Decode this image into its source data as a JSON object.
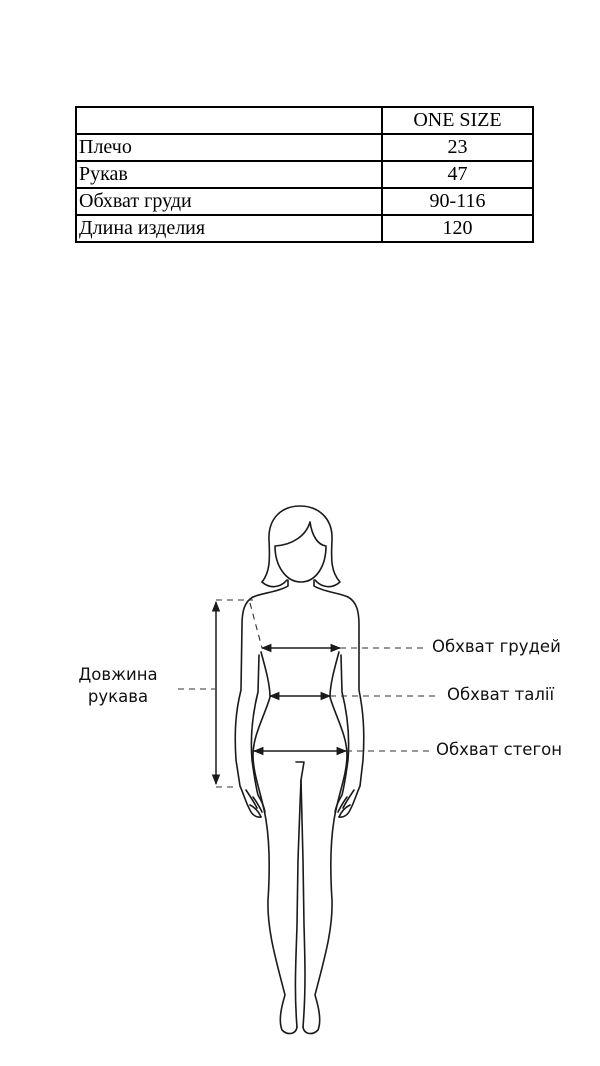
{
  "size_table": {
    "header": {
      "label": "",
      "size": "ONE SIZE"
    },
    "rows": [
      {
        "label": "Плечо",
        "value": "23"
      },
      {
        "label": "Рукав",
        "value": "47"
      },
      {
        "label": "Обхват груди",
        "value": "90-116"
      },
      {
        "label": "Длина изделия",
        "value": "120"
      }
    ]
  },
  "figure": {
    "labels": {
      "sleeve_length_line1": "Довжина",
      "sleeve_length_line2": "рукава",
      "chest": "Обхват грудей",
      "waist": "Обхват талії",
      "hips": "Обхват стегон"
    },
    "colors": {
      "stroke": "#1a1a1a"
    }
  }
}
